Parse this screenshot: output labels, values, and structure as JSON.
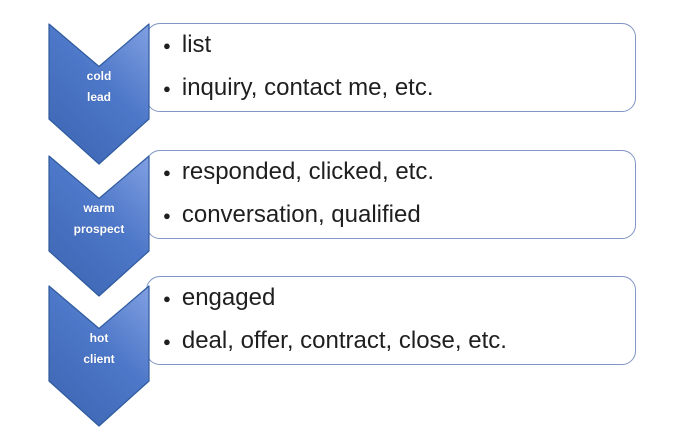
{
  "diagram": {
    "title": "lead warming chevron list",
    "stages": [
      {
        "label_lines": [
          "cold",
          "lead"
        ],
        "bullets": [
          "list",
          "inquiry, contact me, etc."
        ]
      },
      {
        "label_lines": [
          "warm",
          "prospect"
        ],
        "bullets": [
          "responded, clicked, etc.",
          "conversation, qualified"
        ]
      },
      {
        "label_lines": [
          "hot",
          "client"
        ],
        "bullets": [
          "engaged",
          "deal, offer, contract, close, etc."
        ]
      }
    ],
    "colors": {
      "chevron_gradient_light": "#7c9cdf",
      "chevron_gradient_mid": "#4d77c8",
      "chevron_gradient_dark": "#3e67b4",
      "chevron_border": "#2f5b9e",
      "box_border": "#8095c4",
      "box_background": "#ffffff",
      "bullet_text": "#1f1f1f",
      "label_text": "#ffffff",
      "page_background": "#ffffff"
    }
  }
}
